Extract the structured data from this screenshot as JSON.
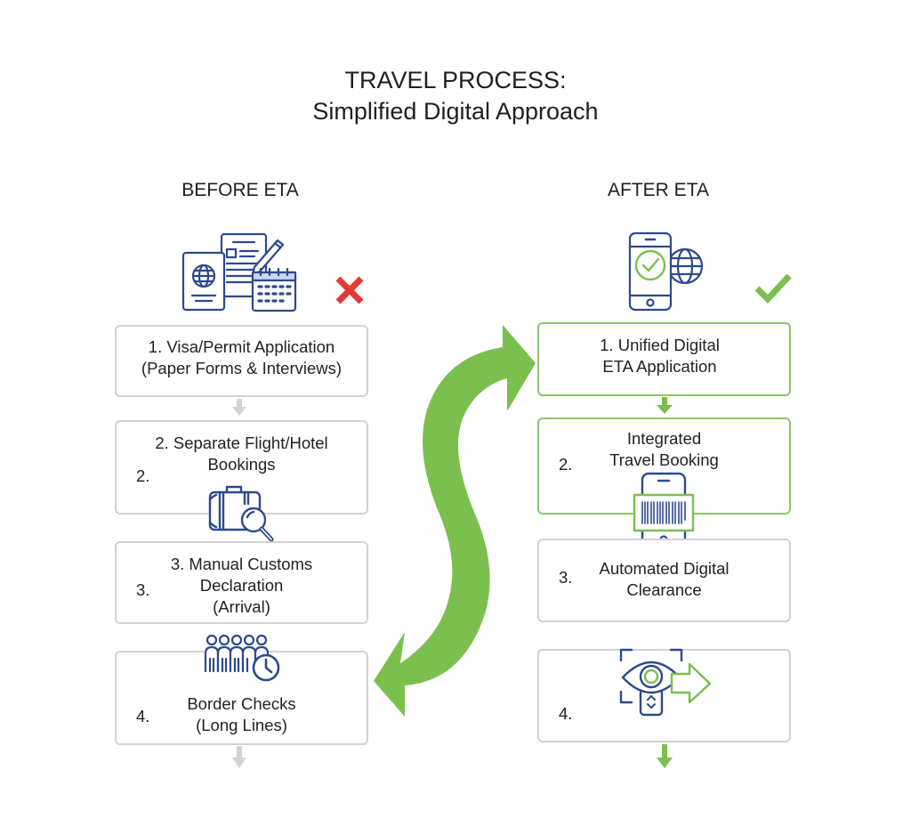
{
  "title": {
    "line1": "TRAVEL PROCESS:",
    "line2": "Simplified Digital Approach"
  },
  "colors": {
    "green": "#7bbf4e",
    "gray_arrow": "#d3d3d3",
    "icon_blue": "#2c4a8c",
    "red": "#e53935"
  },
  "before": {
    "heading": "BEFORE ETA",
    "status_icon": "red-x-icon",
    "header_icon": "documents-passport-calendar-icon",
    "steps": [
      {
        "text": "1. Visa/Permit Application\n(Paper Forms & Interviews)",
        "number": ""
      },
      {
        "text": "2. Separate Flight/Hotel\nBookings",
        "number": "2.",
        "icon": "suitcase-search-icon"
      },
      {
        "text": "3. Manual Customs\nDeclaration\n(Arrival)",
        "number": "3."
      },
      {
        "text": "Border Checks\n(Long Lines)",
        "number": "4.",
        "icon": "queue-clock-icon"
      }
    ]
  },
  "after": {
    "heading": "AFTER ETA",
    "status_icon": "green-check-icon",
    "header_icon": "phone-check-globe-icon",
    "steps": [
      {
        "text": "1. Unified Digital\nETA Application",
        "number": ""
      },
      {
        "text": "Integrated\nTravel Booking",
        "number": "2.",
        "icon": "phone-barcode-icon"
      },
      {
        "text": "Automated Digital\nClearance",
        "number": "3."
      },
      {
        "text": "",
        "number": "4.",
        "icon": "eye-scan-exit-icon"
      }
    ]
  },
  "connector": {
    "icon": "s-curve-double-arrow-icon"
  }
}
